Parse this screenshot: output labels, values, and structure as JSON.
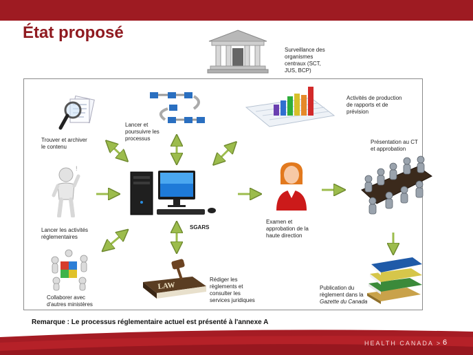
{
  "title": "État proposé",
  "labels": {
    "surveillance": [
      "Surveillance des",
      "organismes",
      "centraux (SCT,",
      "JUS, BCP)"
    ],
    "lancer_processus": [
      "Lancer et",
      "poursuivre les",
      "processus"
    ],
    "production": [
      "Activités de production",
      "de rapports et de",
      "prévision"
    ],
    "trouver": [
      "Trouver et archiver",
      "le contenu"
    ],
    "presentation": [
      "Présentation au CT",
      "et approbation"
    ],
    "sgars": "SGARS",
    "lancer_activites": [
      "Lancer les activités",
      "réglementaires"
    ],
    "examen": [
      "Examen et",
      "approbation de la",
      "haute direction"
    ],
    "collaborer": [
      "Collaborer avec",
      "d'autres ministères"
    ],
    "rediger": [
      "Rédiger les",
      "règlements et",
      "consulter les",
      "services juridiques"
    ],
    "publication_1": "Publication du",
    "publication_2": "règlement dans la",
    "publication_3": "Gazette du Canada"
  },
  "law_text": "LAW",
  "note": "Remarque : Le processus réglementaire actuel est présenté à l'annexe A",
  "footer": "HEALTH CANADA >",
  "page_number": "6",
  "colors": {
    "brand_red": "#9e1b22",
    "title_red": "#8f1a20",
    "arrow_green": "#9cbc4c"
  }
}
